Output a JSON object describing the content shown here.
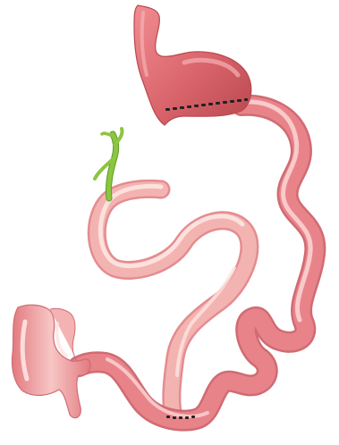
{
  "colors": {
    "background": "#ffffff",
    "stomach": "#d9646b",
    "stomach_dark": "#b8474f",
    "stomach_highlight": "#f2a3a6",
    "intestine": "#e9838a",
    "intestine_edge": "#d06b73",
    "intestine_highlight": "#fbd7d5",
    "biliary_limb": "#f3b3b1",
    "biliary_highlight": "#fde5e2",
    "remnant": "#e88b8f",
    "remnant_highlight": "#fbe0df",
    "bile_duct": "#8cc53f",
    "bile_duct_dark": "#5f9b2a",
    "staple": "#222222"
  },
  "parts": [
    {
      "name": "gastric-pouch",
      "kind": "stomach"
    },
    {
      "name": "roux-limb",
      "kind": "intestine"
    },
    {
      "name": "biliopancreatic-limb",
      "kind": "intestine"
    },
    {
      "name": "gastric-remnant",
      "kind": "stomach"
    },
    {
      "name": "bile-duct",
      "kind": "duct"
    },
    {
      "name": "gastrojejunal-staple-line",
      "kind": "staples"
    },
    {
      "name": "jejunojejunal-staple-line",
      "kind": "staples"
    }
  ]
}
